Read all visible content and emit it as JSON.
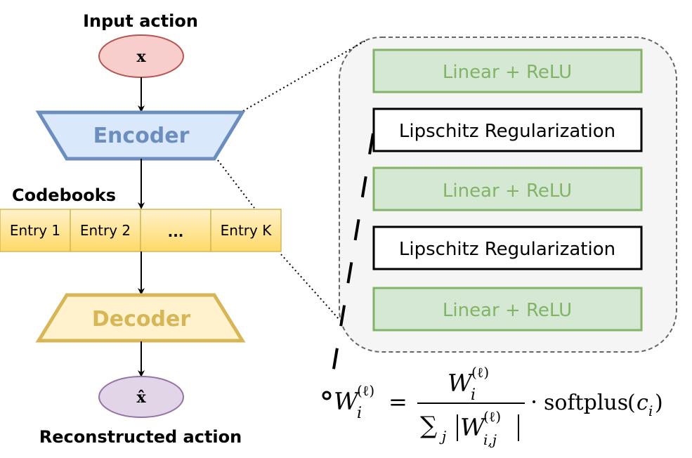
{
  "diagram": {
    "input_label": "Input action",
    "input_var": "x",
    "encoder_label": "Encoder",
    "codebooks_label": "Codebooks",
    "entries": [
      "Entry 1",
      "Entry 2",
      "...",
      "Entry K"
    ],
    "decoder_label": "Decoder",
    "output_var": "x̂",
    "output_label": "Reconstructed action",
    "layers": [
      {
        "label": "Linear + ReLU",
        "kind": "linear"
      },
      {
        "label": "Lipschitz Regularization",
        "kind": "lipschitz"
      },
      {
        "label": "Linear + ReLU",
        "kind": "linear"
      },
      {
        "label": "Lipschitz Regularization",
        "kind": "lipschitz"
      },
      {
        "label": "Linear + ReLU",
        "kind": "linear"
      }
    ],
    "formula": {
      "lhs": "W",
      "lhs_sub": "i",
      "lhs_sup": "(ℓ)",
      "eq": "=",
      "num": "W",
      "num_sub": "i",
      "num_sup": "(ℓ)",
      "den_sum": "∑",
      "den_sum_sub": "j",
      "den_w": "W",
      "den_sub": "i,j",
      "den_sup": "(ℓ)",
      "op": "·",
      "func": "softplus",
      "arg": "c",
      "arg_sub": "i"
    }
  },
  "colors": {
    "input_fill": "#f8cecc",
    "input_stroke": "#b85450",
    "encoder_fill": "#dae8fc",
    "encoder_stroke": "#6c8ebf",
    "codebook_fill": "#ffd966",
    "codebook_stroke": "#d6b656",
    "decoder_fill": "#fff2cc",
    "decoder_stroke": "#d6b656",
    "output_fill": "#e1d5e7",
    "output_stroke": "#9673a6",
    "linear_fill": "#d5e8d4",
    "linear_stroke": "#82b366",
    "panel_fill": "#f5f5f5",
    "panel_stroke": "#666666"
  }
}
